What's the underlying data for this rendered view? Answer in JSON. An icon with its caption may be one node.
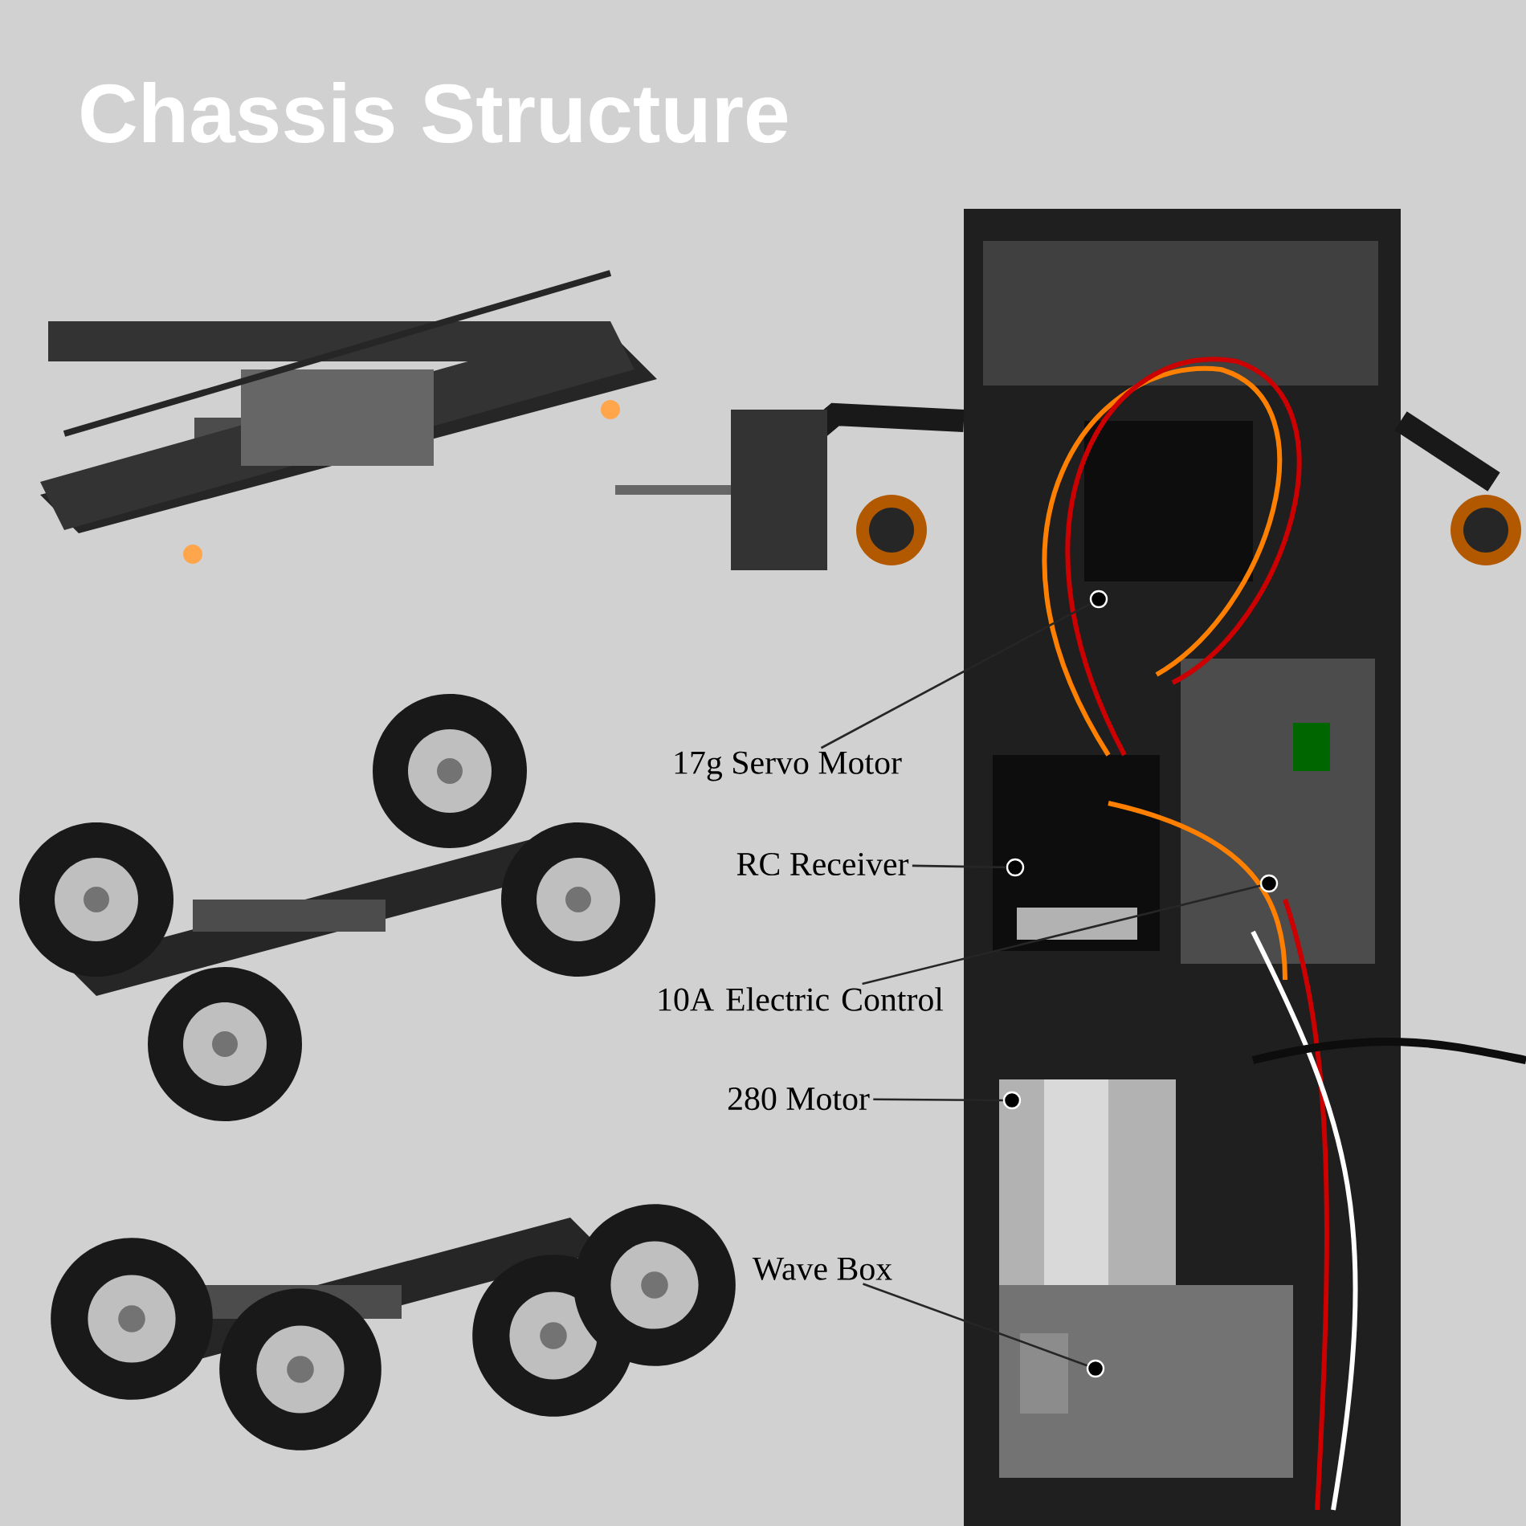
{
  "diagram": {
    "title": "Chassis Structure",
    "nodes": [
      {
        "text": [
          "17g Servo Motor"
        ]
      },
      {
        "text": [],
        "shape": "circle"
      },
      {
        "text": [
          "RC Receiver"
        ]
      },
      {
        "text": [],
        "shape": "circle"
      },
      {
        "text": [
          "10A Electric Control"
        ]
      },
      {
        "text": [],
        "shape": "circle"
      },
      {
        "text": [
          "280 Motor"
        ]
      },
      {
        "text": [],
        "shape": "circle"
      },
      {
        "text": [
          "Wave Box"
        ]
      },
      {
        "text": [],
        "shape": "circle"
      }
    ],
    "edges": [
      {
        "from": 0,
        "to": 1,
        "arrow": "none"
      },
      {
        "from": 2,
        "to": 3,
        "arrow": "none"
      },
      {
        "from": 4,
        "to": 5,
        "arrow": "none"
      },
      {
        "from": 6,
        "to": 7,
        "arrow": "none"
      },
      {
        "from": 8,
        "to": 9,
        "arrow": "none"
      }
    ]
  }
}
